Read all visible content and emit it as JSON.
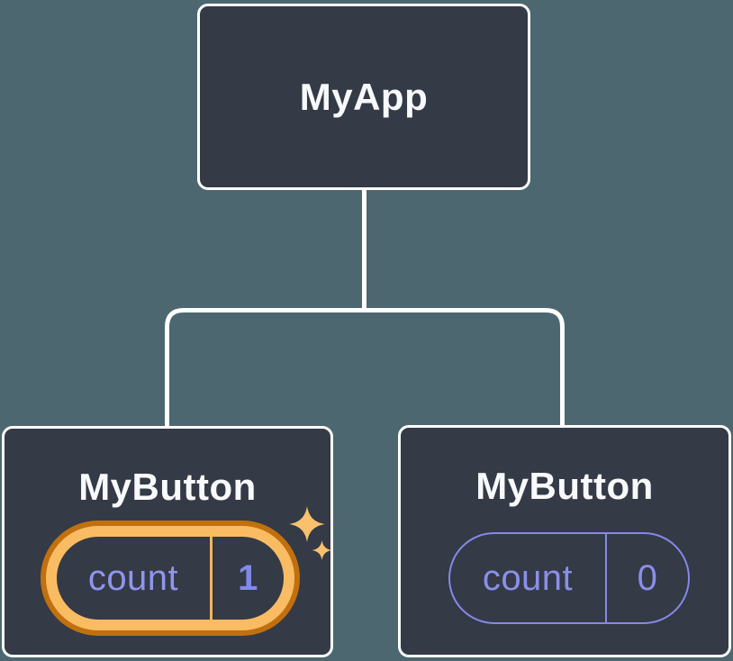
{
  "diagram": {
    "title_meaning": "component tree with isolated state",
    "background_color": "#4c6770",
    "node_fill": "#343a46",
    "node_border_color": "#ffffff",
    "connector_color": "#ffffff",
    "state_text_color": "#9095ec",
    "highlight_outer_color": "#c1700f",
    "highlight_inner_color": "#fabc63",
    "plain_pill_color": "#8788e9",
    "sparkle_color": "#f9c16c",
    "root": {
      "label": "MyApp"
    },
    "children": [
      {
        "label": "MyButton",
        "state_name": "count",
        "state_value": "1",
        "highlighted": true
      },
      {
        "label": "MyButton",
        "state_name": "count",
        "state_value": "0",
        "highlighted": false
      }
    ]
  }
}
